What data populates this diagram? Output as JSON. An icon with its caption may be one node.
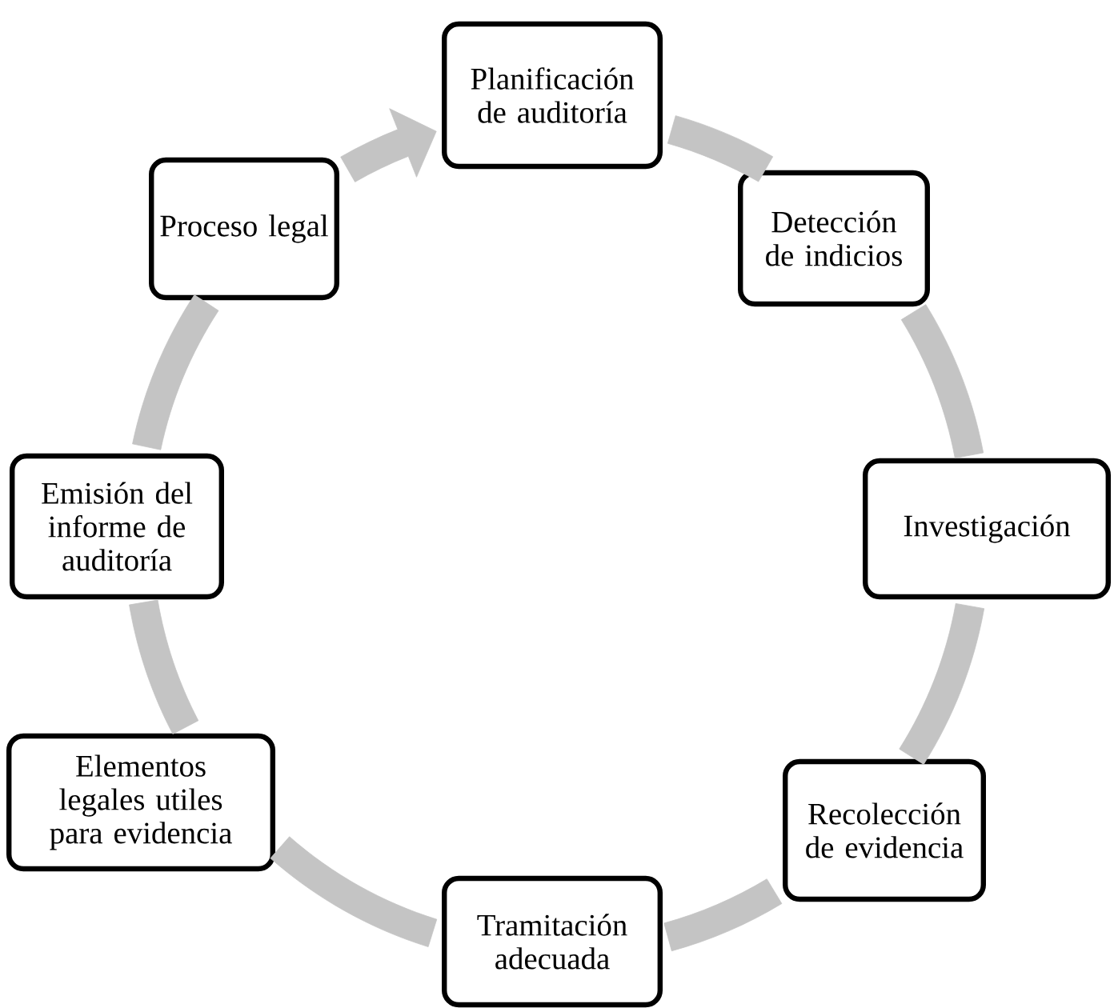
{
  "diagram": {
    "nodes": [
      {
        "text": [
          "Planificación de auditoría"
        ]
      },
      {
        "text": [
          "Detección de indicios"
        ]
      },
      {
        "text": [
          "Investigación"
        ]
      },
      {
        "text": [
          "Recolección de evidencia"
        ]
      },
      {
        "text": [
          "Tramitación adecuada"
        ]
      },
      {
        "text": [
          "Elementos legales utiles para evidencia"
        ]
      },
      {
        "text": [
          "Emisión del informe de auditoría"
        ]
      },
      {
        "text": [
          "Proceso legal"
        ]
      }
    ],
    "edges": [
      {
        "from": 0,
        "to": 1,
        "arrow": "none"
      },
      {
        "from": 1,
        "to": 2,
        "arrow": "none"
      },
      {
        "from": 2,
        "to": 3,
        "arrow": "none"
      },
      {
        "from": 3,
        "to": 4,
        "arrow": "none"
      },
      {
        "from": 4,
        "to": 5,
        "arrow": "none"
      },
      {
        "from": 5,
        "to": 6,
        "arrow": "none"
      },
      {
        "from": 6,
        "to": 7,
        "arrow": "none"
      },
      {
        "from": 7,
        "to": 0,
        "arrow": "to"
      }
    ]
  }
}
